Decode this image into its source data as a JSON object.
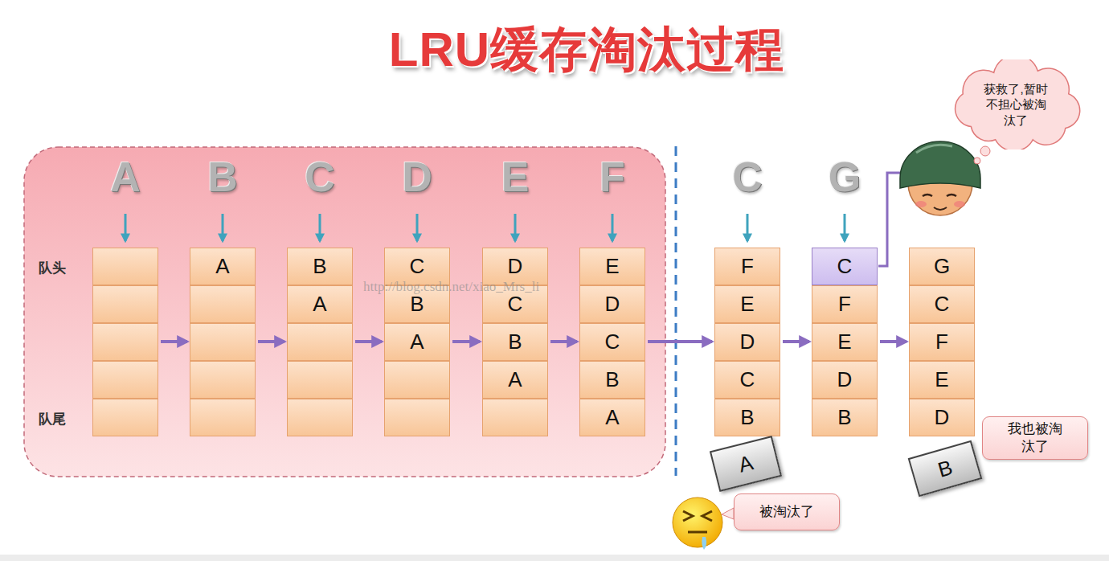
{
  "diagram": {
    "title": "LRU缓存淘汰过程",
    "nodes": [
      {
        "text": [
          "A"
        ]
      },
      {
        "text": [
          "B"
        ]
      },
      {
        "text": [
          "A"
        ]
      },
      {
        "text": [
          "C"
        ]
      },
      {
        "text": [
          "B"
        ]
      },
      {
        "text": [
          "A"
        ]
      },
      {
        "text": [
          "D"
        ]
      },
      {
        "text": [
          "C"
        ]
      },
      {
        "text": [
          "B"
        ]
      },
      {
        "text": [
          "A"
        ]
      },
      {
        "text": [
          "E"
        ]
      },
      {
        "text": [
          "D"
        ]
      },
      {
        "text": [
          "C"
        ]
      },
      {
        "text": [
          "B"
        ]
      },
      {
        "text": [
          "A"
        ]
      },
      {
        "text": [
          "F"
        ]
      },
      {
        "text": [
          "E"
        ]
      },
      {
        "text": [
          "D"
        ]
      },
      {
        "text": [
          "C"
        ]
      },
      {
        "text": [
          "B"
        ]
      },
      {
        "text": [
          "C"
        ]
      },
      {
        "text": [
          "F"
        ]
      },
      {
        "text": [
          "E"
        ]
      },
      {
        "text": [
          "D"
        ]
      },
      {
        "text": [
          "B"
        ]
      },
      {
        "text": [
          "G"
        ]
      },
      {
        "text": [
          "C"
        ]
      },
      {
        "text": [
          "F"
        ]
      },
      {
        "text": [
          "E"
        ]
      },
      {
        "text": [
          "D"
        ]
      },
      {
        "text": [
          "获救了,暂时不担心被淘汰了"
        ]
      },
      {
        "text": [
          "A"
        ]
      },
      {
        "text": [
          "被淘汰了"
        ]
      },
      {
        "text": [
          "B"
        ]
      },
      {
        "text": [
          "我也被淘汰了"
        ]
      }
    ],
    "labels": [
      "队头",
      "队尾",
      "A",
      "B",
      "C",
      "D",
      "E",
      "F",
      "C",
      "G",
      "http://blog.csdn.net/xiao_Mrs_li"
    ]
  }
}
